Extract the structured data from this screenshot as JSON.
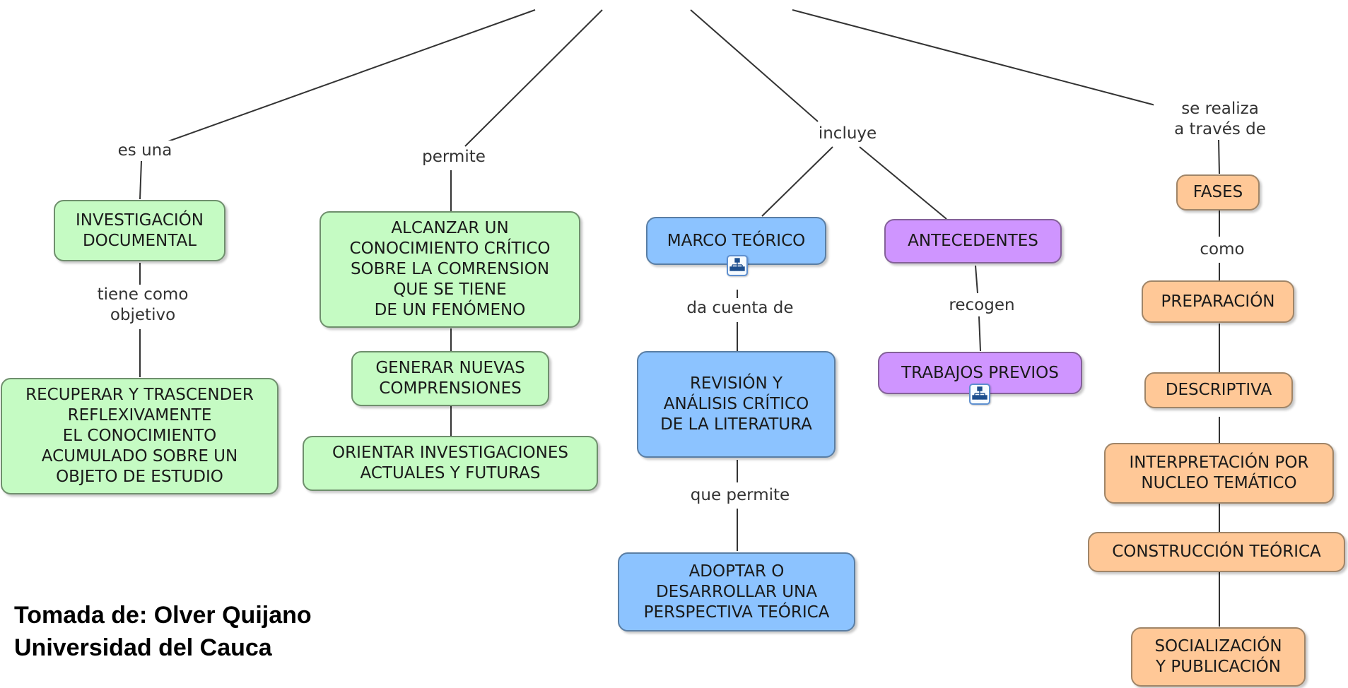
{
  "links": {
    "es_una": "es una",
    "permite": "permite",
    "incluye": "incluye",
    "se_realiza": "se realiza\na través de",
    "tiene_como_objetivo": "tiene como\nobjetivo",
    "da_cuenta_de": "da cuenta de",
    "recogen": "recogen",
    "que_permite": "que permite",
    "como": "como"
  },
  "concepts": {
    "investigacion_documental": "INVESTIGACIÓN\nDOCUMENTAL",
    "recuperar": "RECUPERAR Y TRASCENDER\nREFLEXIVAMENTE\nEL CONOCIMIENTO\nACUMULADO SOBRE UN\nOBJETO DE ESTUDIO",
    "alcanzar": "ALCANZAR UN\nCONOCIMIENTO CRÍTICO\nSOBRE LA COMRENSION\nQUE SE TIENE\nDE UN FENÓMENO",
    "generar": "GENERAR NUEVAS\nCOMPRENSIONES",
    "orientar": "ORIENTAR INVESTIGACIONES\nACTUALES Y FUTURAS",
    "marco_teorico": "MARCO TEÓRICO",
    "revision": "REVISIÓN  Y\nANÁLISIS CRÍTICO\nDE LA LITERATURA",
    "adoptar": "ADOPTAR O\nDESARROLLAR UNA\nPERSPECTIVA TEÓRICA",
    "antecedentes": "ANTECEDENTES",
    "trabajos_previos": "TRABAJOS PREVIOS",
    "fases": "FASES",
    "preparacion": "PREPARACIÓN",
    "descriptiva": "DESCRIPTIVA",
    "interpretacion": "INTERPRETACIÓN POR\nNUCLEO TEMÁTICO",
    "construccion": "CONSTRUCCIÓN TEÓRICA",
    "socializacion": "SOCIALIZACIÓN\nY PUBLICACIÓN"
  },
  "colors": {
    "green": "#c5fbc3",
    "blue": "#8cc3ff",
    "purple": "#cf95ff",
    "orange": "#ffc897",
    "line": "#333333"
  },
  "icons": {
    "submap": "submap-hierarchy-icon"
  },
  "credit": {
    "line1": "Tomada de: Olver Quijano",
    "line2": "Universidad del Cauca"
  }
}
